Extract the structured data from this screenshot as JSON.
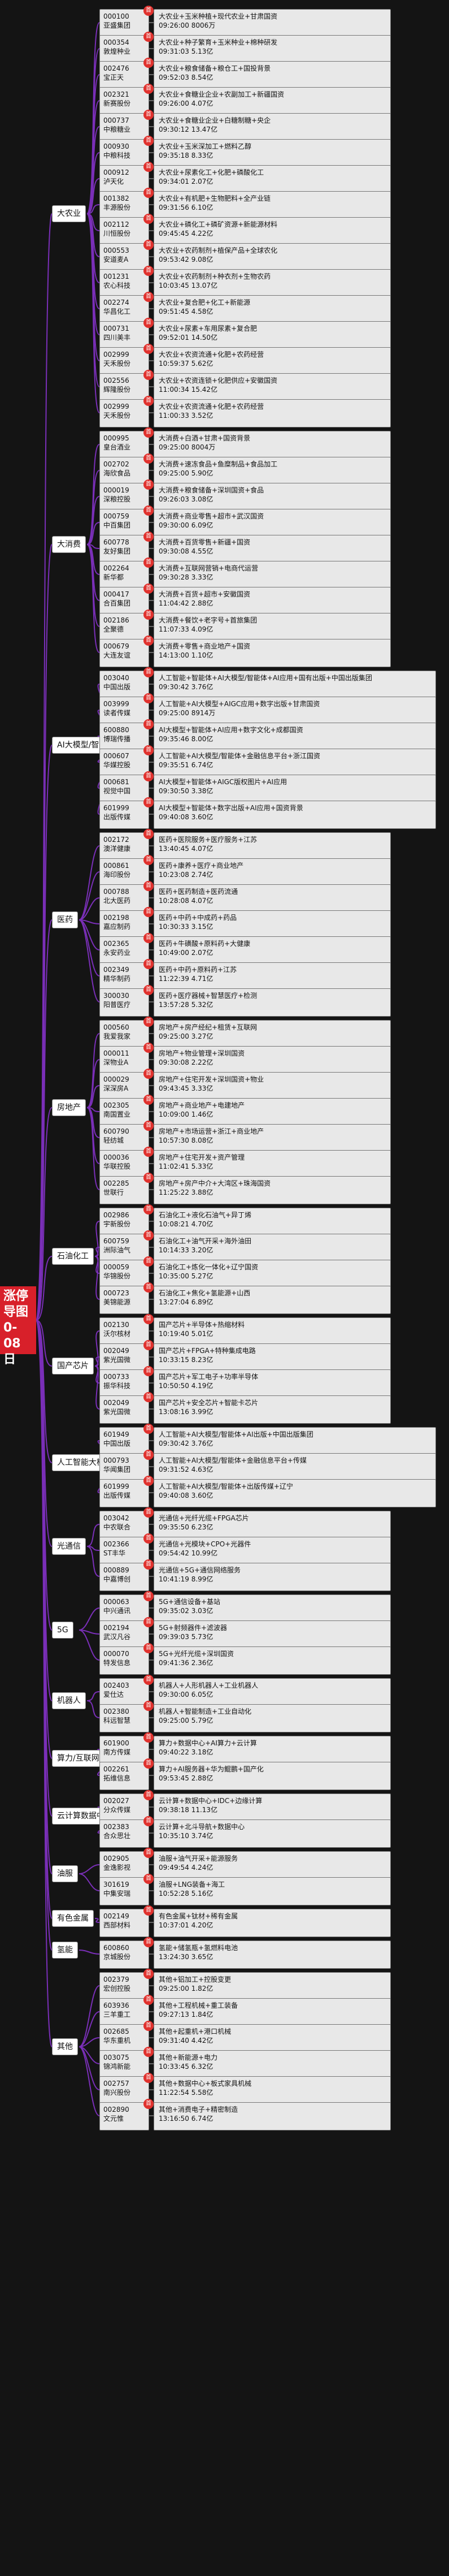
{
  "root": {
    "line1": "涨停导图",
    "line2": "0-08",
    "line3": "日"
  },
  "categories": [
    {
      "name": "大农业",
      "items": [
        {
          "code": "000100",
          "name": "亚盛集团",
          "reason": "大农业+玉米种植+现代农业+甘肃国资",
          "time": "09:26:00 8006万"
        },
        {
          "code": "000354",
          "name": "敦煌种业",
          "reason": "大农业+种子繁育+玉米种业+棉种研发",
          "time": "09:31:03 5.13亿"
        },
        {
          "code": "002476",
          "name": "宝正天",
          "reason": "大农业+粮食储备+粮仓工+国投背景",
          "time": "09:52:03 8.54亿"
        },
        {
          "code": "002321",
          "name": "新赛股份",
          "reason": "大农业+食糖业企业+农副加工+新疆国资",
          "time": "09:26:00 4.07亿"
        },
        {
          "code": "000737",
          "name": "中粮糖业",
          "reason": "大农业+食糖业企业+白糖制糖+央企",
          "time": "09:30:12 13.47亿"
        },
        {
          "code": "000930",
          "name": "中粮科技",
          "reason": "大农业+玉米深加工+燃料乙醇",
          "time": "09:35:18 8.33亿"
        },
        {
          "code": "000912",
          "name": "泸天化",
          "reason": "大农业+尿素化工+化肥+磷酸化工",
          "time": "09:34:01 2.07亿"
        },
        {
          "code": "001382",
          "name": "丰源股份",
          "reason": "大农业+有机肥+生物肥料+全产业链",
          "time": "09:31:56 6.10亿"
        },
        {
          "code": "002112",
          "name": "川恒股份",
          "reason": "大农业+磷化工+磷矿资源+新能源材料",
          "time": "09:45:45 4.22亿"
        },
        {
          "code": "000553",
          "name": "安道麦A",
          "reason": "大农业+农药制剂+植保产品+全球农化",
          "time": "09:53:42 9.08亿"
        },
        {
          "code": "001231",
          "name": "农心科技",
          "reason": "大农业+农药制剂+种衣剂+生物农药",
          "time": "10:03:45 13.07亿"
        },
        {
          "code": "002274",
          "name": "华昌化工",
          "reason": "大农业+复合肥+化工+新能源",
          "time": "09:51:45 4.58亿"
        },
        {
          "code": "000731",
          "name": "四川美丰",
          "reason": "大农业+尿素+车用尿素+复合肥",
          "time": "09:52:01 14.50亿"
        },
        {
          "code": "002999",
          "name": "天禾股份",
          "reason": "大农业+农资流通+化肥+农药经营",
          "time": "10:59:37 5.62亿"
        },
        {
          "code": "002556",
          "name": "辉隆股份",
          "reason": "大农业+农资连锁+化肥供应+安徽国资",
          "time": "11:00:34 15.42亿"
        },
        {
          "code": "002999",
          "name": "天禾股份",
          "reason": "大农业+农资流通+化肥+农药经营",
          "time": "11:00:33 3.52亿"
        }
      ]
    },
    {
      "name": "大消费",
      "items": [
        {
          "code": "000995",
          "name": "皇台酒业",
          "reason": "大消费+白酒+甘肃+国资背景",
          "time": "09:25:00 8004万"
        },
        {
          "code": "002702",
          "name": "海欣食品",
          "reason": "大消费+速冻食品+鱼糜制品+食品加工",
          "time": "09:25:00 5.90亿"
        },
        {
          "code": "000019",
          "name": "深粮控股",
          "reason": "大消费+粮食储备+深圳国资+食品",
          "time": "09:26:03 3.08亿"
        },
        {
          "code": "000759",
          "name": "中百集团",
          "reason": "大消费+商业零售+超市+武汉国资",
          "time": "09:30:00 6.09亿"
        },
        {
          "code": "600778",
          "name": "友好集团",
          "reason": "大消费+百货零售+新疆+国资",
          "time": "09:30:08 4.55亿"
        },
        {
          "code": "002264",
          "name": "新华都",
          "reason": "大消费+互联网营销+电商代运营",
          "time": "09:30:28 3.33亿"
        },
        {
          "code": "000417",
          "name": "合百集团",
          "reason": "大消费+百货+超市+安徽国资",
          "time": "11:04:42 2.88亿"
        },
        {
          "code": "002186",
          "name": "全聚德",
          "reason": "大消费+餐饮+老字号+首旅集团",
          "time": "11:07:33 4.09亿"
        },
        {
          "code": "000679",
          "name": "大连友谊",
          "reason": "大消费+零售+商业地产+国资",
          "time": "14:13:00 1.10亿"
        }
      ]
    },
    {
      "name": "AI大模型/智能体",
      "items": [
        {
          "code": "003040",
          "name": "中国出版",
          "reason": "人工智能+智能体+AI大模型/智能体+AI应用+国有出版+中国出版集团",
          "time": "09:30:42 3.76亿",
          "wide": true
        },
        {
          "code": "003999",
          "name": "读者传媒",
          "reason": "人工智能+AI大模型+AIGC应用+数字出版+甘肃国资",
          "time": "09:25:00 8914万",
          "wide": true
        },
        {
          "code": "600880",
          "name": "博瑞传播",
          "reason": "AI大模型+智能体+AI应用+数字文化+成都国资",
          "time": "09:35:46 8.00亿",
          "wide": true
        },
        {
          "code": "000607",
          "name": "华媒控股",
          "reason": "人工智能+AI大模型/智能体+金融信息平台+浙江国资",
          "time": "09:35:51 6.74亿",
          "wide": true
        },
        {
          "code": "000681",
          "name": "视觉中国",
          "reason": "AI大模型+智能体+AIGC版权图片+AI应用",
          "time": "09:30:50 3.38亿",
          "wide": true
        },
        {
          "code": "601999",
          "name": "出版传媒",
          "reason": "AI大模型+智能体+数字出版+AI应用+国资背景",
          "time": "09:40:08 3.60亿",
          "wide": true
        }
      ]
    },
    {
      "name": "医药",
      "items": [
        {
          "code": "002172",
          "name": "澳洋健康",
          "reason": "医药+医院服务+医疗服务+江苏",
          "time": "13:40:45 4.07亿"
        },
        {
          "code": "000861",
          "name": "海印股份",
          "reason": "医药+康养+医疗+商业地产",
          "time": "10:23:08 2.74亿"
        },
        {
          "code": "000788",
          "name": "北大医药",
          "reason": "医药+医药制造+医药流通",
          "time": "10:28:08 4.07亿"
        },
        {
          "code": "002198",
          "name": "嘉应制药",
          "reason": "医药+中药+中成药+药品",
          "time": "10:30:33 3.15亿"
        },
        {
          "code": "002365",
          "name": "永安药业",
          "reason": "医药+牛磺酸+原料药+大健康",
          "time": "10:49:00 2.07亿"
        },
        {
          "code": "002349",
          "name": "精华制药",
          "reason": "医药+中药+原料药+江苏",
          "time": "11:22:39 4.71亿"
        },
        {
          "code": "300030",
          "name": "阳普医疗",
          "reason": "医药+医疗器械+智慧医疗+检测",
          "time": "13:57:28 5.32亿"
        }
      ]
    },
    {
      "name": "房地产",
      "items": [
        {
          "code": "000560",
          "name": "我爱我家",
          "reason": "房地产+房产经纪+租赁+互联网",
          "time": "09:25:00 3.27亿"
        },
        {
          "code": "000011",
          "name": "深物业A",
          "reason": "房地产+物业管理+深圳国资",
          "time": "09:30:08 2.22亿"
        },
        {
          "code": "000029",
          "name": "深深房A",
          "reason": "房地产+住宅开发+深圳国资+物业",
          "time": "09:43:45 3.33亿"
        },
        {
          "code": "002305",
          "name": "南国置业",
          "reason": "房地产+商业地产+电建地产",
          "time": "10:09:00 1.46亿"
        },
        {
          "code": "600790",
          "name": "轻纺城",
          "reason": "房地产+市场运营+浙江+商业地产",
          "time": "10:57:30 8.08亿"
        },
        {
          "code": "000036",
          "name": "华联控股",
          "reason": "房地产+住宅开发+资产管理",
          "time": "11:02:41 5.33亿"
        },
        {
          "code": "002285",
          "name": "世联行",
          "reason": "房地产+房产中介+大湾区+珠海国资",
          "time": "11:25:22 3.88亿"
        }
      ]
    },
    {
      "name": "石油化工",
      "items": [
        {
          "code": "002986",
          "name": "宇新股份",
          "reason": "石油化工+液化石油气+异丁烯",
          "time": "10:08:21 4.70亿"
        },
        {
          "code": "600759",
          "name": "洲际油气",
          "reason": "石油化工+油气开采+海外油田",
          "time": "10:14:33 3.20亿"
        },
        {
          "code": "000059",
          "name": "华锦股份",
          "reason": "石油化工+炼化一体化+辽宁国资",
          "time": "10:35:00 5.27亿"
        },
        {
          "code": "000723",
          "name": "美锦能源",
          "reason": "石油化工+焦化+氢能源+山西",
          "time": "13:27:04 6.89亿"
        }
      ]
    },
    {
      "name": "国产芯片",
      "items": [
        {
          "code": "002130",
          "name": "沃尔核材",
          "reason": "国产芯片+半导体+热缩材料",
          "time": "10:19:40 5.01亿"
        },
        {
          "code": "002049",
          "name": "紫光国微",
          "reason": "国产芯片+FPGA+特种集成电路",
          "time": "10:33:15 8.23亿"
        },
        {
          "code": "000733",
          "name": "振华科技",
          "reason": "国产芯片+军工电子+功率半导体",
          "time": "10:50:50 4.19亿"
        },
        {
          "code": "002049",
          "name": "紫光国微",
          "reason": "国产芯片+安全芯片+智能卡芯片",
          "time": "13:08:16 3.99亿"
        }
      ]
    },
    {
      "name": "人工智能大模型",
      "items": [
        {
          "code": "601949",
          "name": "中国出版",
          "reason": "人工智能+AI大模型/智能体+AI出版+中国出版集团",
          "time": "09:30:42 3.76亿",
          "wide": true
        },
        {
          "code": "000793",
          "name": "华闻集团",
          "reason": "人工智能+AI大模型/智能体+金融信息平台+传媒",
          "time": "09:31:52 4.63亿",
          "wide": true
        },
        {
          "code": "601999",
          "name": "出版传媒",
          "reason": "人工智能+AI大模型/智能体+出版传媒+辽宁",
          "time": "09:40:08 3.60亿",
          "wide": true
        }
      ]
    },
    {
      "name": "光通信",
      "items": [
        {
          "code": "003042",
          "name": "中农联合",
          "reason": "光通信+光纤光缆+FPGA芯片",
          "time": "09:35:50 6.23亿"
        },
        {
          "code": "002366",
          "name": "ST丰华",
          "reason": "光通信+光模块+CPO+光器件",
          "time": "09:54:42 10.99亿"
        },
        {
          "code": "000889",
          "name": "中嘉博创",
          "reason": "光通信+5G+通信网络服务",
          "time": "10:41:19 8.99亿"
        }
      ]
    },
    {
      "name": "5G",
      "items": [
        {
          "code": "000063",
          "name": "中兴通讯",
          "reason": "5G+通信设备+基站",
          "time": "09:35:02 3.03亿"
        },
        {
          "code": "002194",
          "name": "武汉凡谷",
          "reason": "5G+射频器件+滤波器",
          "time": "09:39:03 5.73亿"
        },
        {
          "code": "000070",
          "name": "特发信息",
          "reason": "5G+光纤光缆+深圳国资",
          "time": "09:41:36 2.36亿"
        }
      ]
    },
    {
      "name": "机器人",
      "items": [
        {
          "code": "002403",
          "name": "爱仕达",
          "reason": "机器人+人形机器人+工业机器人",
          "time": "09:30:00 6.05亿"
        },
        {
          "code": "002380",
          "name": "科远智慧",
          "reason": "机器人+智能制造+工业自动化",
          "time": "09:25:00 5.79亿"
        }
      ]
    },
    {
      "name": "算力/互联网",
      "items": [
        {
          "code": "601900",
          "name": "南方传媒",
          "reason": "算力+数据中心+AI算力+云计算",
          "time": "09:40:22 3.18亿"
        },
        {
          "code": "002261",
          "name": "拓维信息",
          "reason": "算力+AI服务器+华为鲲鹏+国产化",
          "time": "09:53:45 2.88亿"
        }
      ]
    },
    {
      "name": "云计算数据中心",
      "items": [
        {
          "code": "002027",
          "name": "分众传媒",
          "reason": "云计算+数据中心+IDC+边缘计算",
          "time": "09:38:18 11.13亿"
        },
        {
          "code": "002383",
          "name": "合众思壮",
          "reason": "云计算+北斗导航+数据中心",
          "time": "10:35:10 3.74亿"
        }
      ]
    },
    {
      "name": "油服",
      "items": [
        {
          "code": "002905",
          "name": "金逸影视",
          "reason": "油服+油气开采+能源服务",
          "time": "09:49:54 4.24亿"
        },
        {
          "code": "301619",
          "name": "中集安瑞",
          "reason": "油服+LNG装备+海工",
          "time": "10:52:28 5.16亿"
        }
      ]
    },
    {
      "name": "有色金属",
      "items": [
        {
          "code": "002149",
          "name": "西部材料",
          "reason": "有色金属+钛材+稀有金属",
          "time": "10:37:01 4.20亿"
        }
      ]
    },
    {
      "name": "氢能",
      "items": [
        {
          "code": "600860",
          "name": "京城股份",
          "reason": "氢能+储氢瓶+氢燃料电池",
          "time": "13:24:30 3.65亿"
        }
      ]
    },
    {
      "name": "其他",
      "items": [
        {
          "code": "002379",
          "name": "宏创控股",
          "reason": "其他+铝加工+控股变更",
          "time": "09:25:00 1.82亿"
        },
        {
          "code": "603936",
          "name": "三羊重工",
          "reason": "其他+工程机械+重工装备",
          "time": "09:27:13 1.84亿"
        },
        {
          "code": "002685",
          "name": "华东重机",
          "reason": "其他+起重机+港口机械",
          "time": "09:31:40 4.42亿"
        },
        {
          "code": "003075",
          "name": "锦鸿新能",
          "reason": "其他+新能源+电力",
          "time": "10:33:45 6.32亿"
        },
        {
          "code": "002757",
          "name": "南兴股份",
          "reason": "其他+数据中心+板式家具机械",
          "time": "11:22:54 5.58亿"
        },
        {
          "code": "002890",
          "name": "文元惟",
          "reason": "其他+消费电子+精密制造",
          "time": "13:16:50 6.74亿"
        }
      ]
    }
  ]
}
